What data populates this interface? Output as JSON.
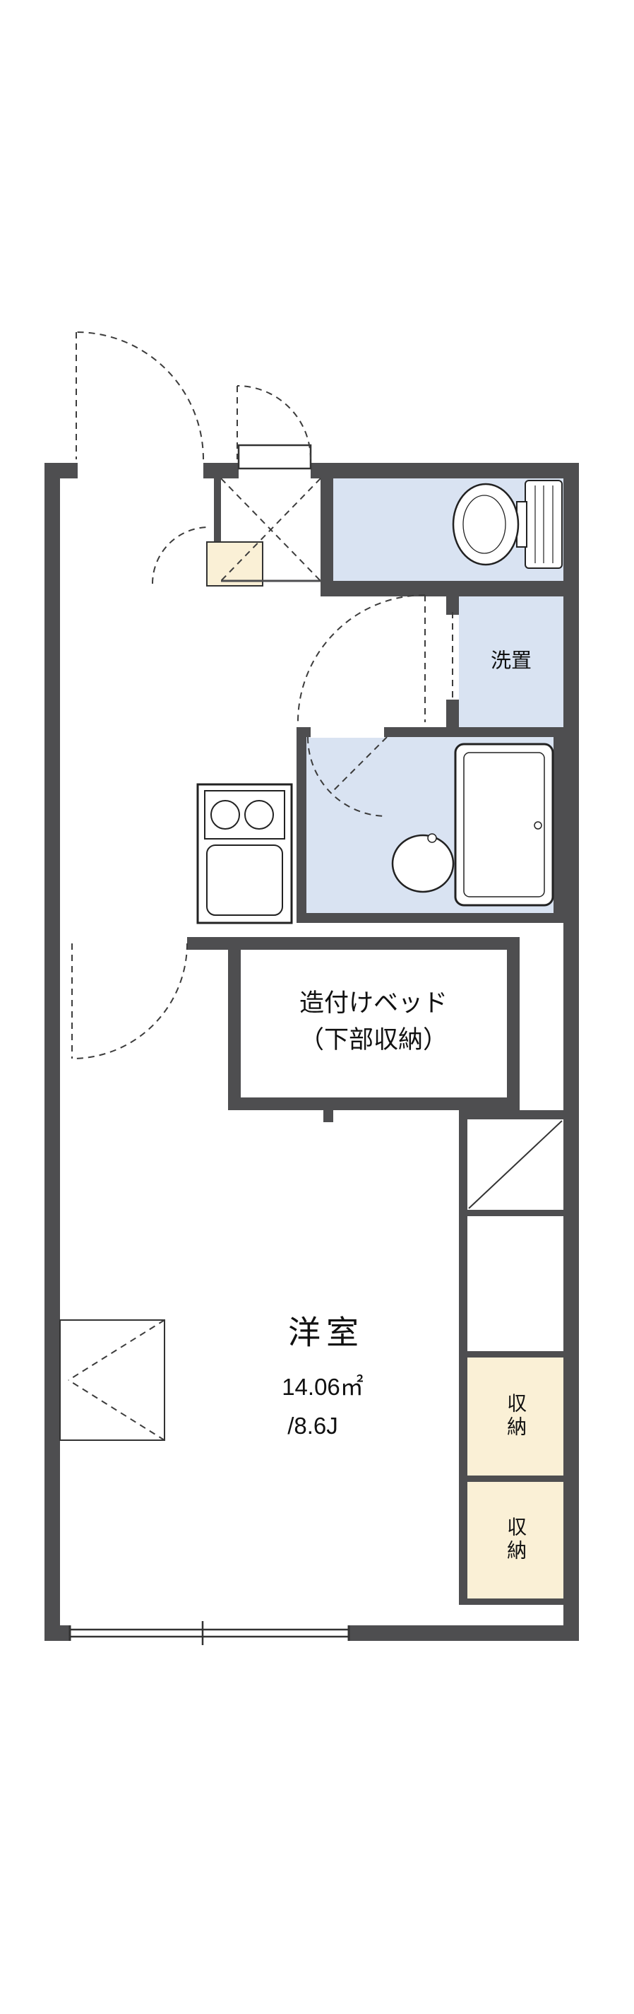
{
  "colors": {
    "wall": "#4e4e50",
    "wet_area_fill": "#d9e3f2",
    "storage_fill": "#faf0d6",
    "line": "#333333",
    "background": "#ffffff"
  },
  "plan": {
    "rooms": [
      {
        "name": "laundry-space",
        "label": "洗置"
      },
      {
        "name": "built-in-bed",
        "label_line1": "造付けベッド",
        "label_line2": "（下部収納）"
      },
      {
        "name": "western-room",
        "label": "洋室",
        "area_sqm": "14.06㎡",
        "area_tatami": "/8.6J"
      },
      {
        "name": "storage-upper",
        "label": "収納"
      },
      {
        "name": "storage-lower",
        "label": "収納"
      }
    ]
  }
}
